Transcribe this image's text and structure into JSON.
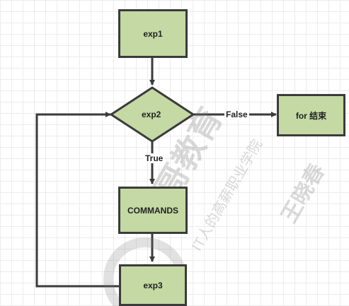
{
  "nodes": {
    "exp1": "exp1",
    "exp2": "exp2",
    "for_end": "for 结束",
    "commands": "COMMANDS",
    "exp3": "exp3"
  },
  "edge_labels": {
    "false": "False",
    "true": "True"
  },
  "watermark": {
    "brand": "马哥教育",
    "slogan": "IT人的高薪职业学院",
    "author": "王晓春"
  },
  "colors": {
    "node_fill": "#c4d9a3",
    "node_border": "#3b3b3b",
    "edge": "#3b3b3b"
  }
}
